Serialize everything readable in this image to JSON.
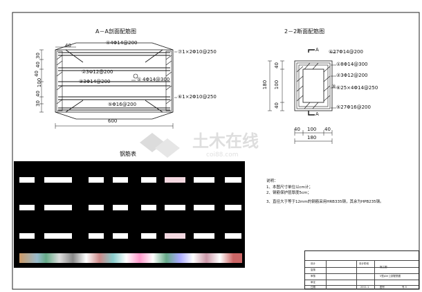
{
  "drawing": {
    "aa_title": "A－A剖面配筋图",
    "ss_title": "2－2断面配筋图",
    "table_title": "钢筋表"
  },
  "aa_section": {
    "rebar_labels": {
      "r4": "④4Φ14@200",
      "r7": "⑦1×2Φ10@250",
      "r2": "②3Φ12@200",
      "r1": "①",
      "r1b": "4Φ14@300",
      "r3": "③3Φ14@200",
      "r6": "⑥1×2Φ10@250",
      "r5": "⑤Φ16@200"
    },
    "dims": {
      "top_left": "40",
      "v1": "30",
      "v2": "40",
      "v3": "40",
      "v4": "100",
      "v5": "40",
      "v6": "30",
      "width": "600"
    }
  },
  "ss_section": {
    "section_mark_a": "A",
    "rebar_labels": {
      "r4": "④27Φ14@200",
      "r1": "①8Φ14@300",
      "r2": "②3Φ12@200",
      "r3": "③",
      "r6": "⑥25×4Φ14@250",
      "r5": "⑤27Φ16@200"
    },
    "dims": {
      "h_total": "180",
      "h1": "40",
      "h2": "100",
      "h3": "40",
      "b1": "40",
      "b2": "100",
      "b3": "40",
      "b_total": "180"
    }
  },
  "notes": {
    "heading": "说明：",
    "items": [
      "1、本图尺寸单位以cm计；",
      "2、钢筋保护层厚度5cm；",
      "3、直径大于等于12mm的钢筋采用HRB335钢，其余为HPB235钢。"
    ]
  },
  "watermark": {
    "brand": "土木在线",
    "url": "coi88.com"
  },
  "title_block": {
    "cells": [
      "设计",
      "复核",
      "审核",
      "审定",
      "日期",
      "设计阶段",
      "施工图",
      "图号",
      "号-5"
    ],
    "drawing_name": "V型pier上部配筋图",
    "date_value": "2011.1"
  }
}
